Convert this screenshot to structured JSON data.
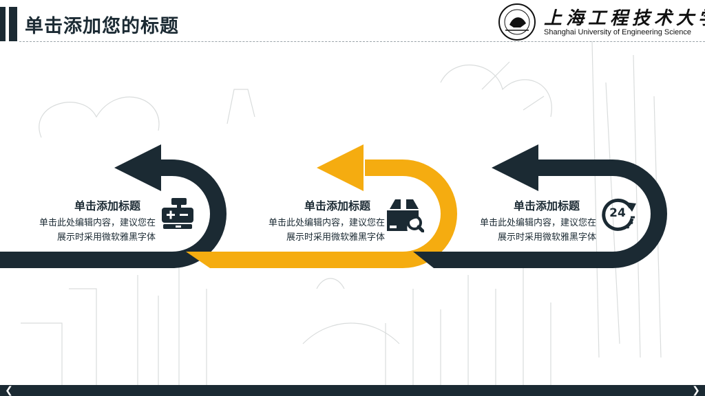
{
  "slide": {
    "title": "单击添加您的标题"
  },
  "logo": {
    "name_cn": "上海工程技术大学",
    "name_en": "Shanghai University of Engineering Science"
  },
  "steps": [
    {
      "title": "单击添加标题",
      "desc_line1": "单击此处编辑内容，建议您在",
      "desc_line2": "展示时采用微软雅黑字体",
      "icon": "cash-register-icon"
    },
    {
      "title": "单击添加标题",
      "desc_line1": "单击此处编辑内容，建议您在",
      "desc_line2": "展示时采用微软雅黑字体",
      "icon": "box-search-icon"
    },
    {
      "title": "单击添加标题",
      "desc_line1": "单击此处编辑内容，建议您在",
      "desc_line2": "展示时采用微软雅黑字体",
      "icon": "24-hours-icon",
      "icon_text": "24"
    }
  ],
  "nav": {
    "prev": "❮",
    "next": "❯"
  },
  "colors": {
    "dark": "#1b2a33",
    "accent": "#f5ac10"
  }
}
